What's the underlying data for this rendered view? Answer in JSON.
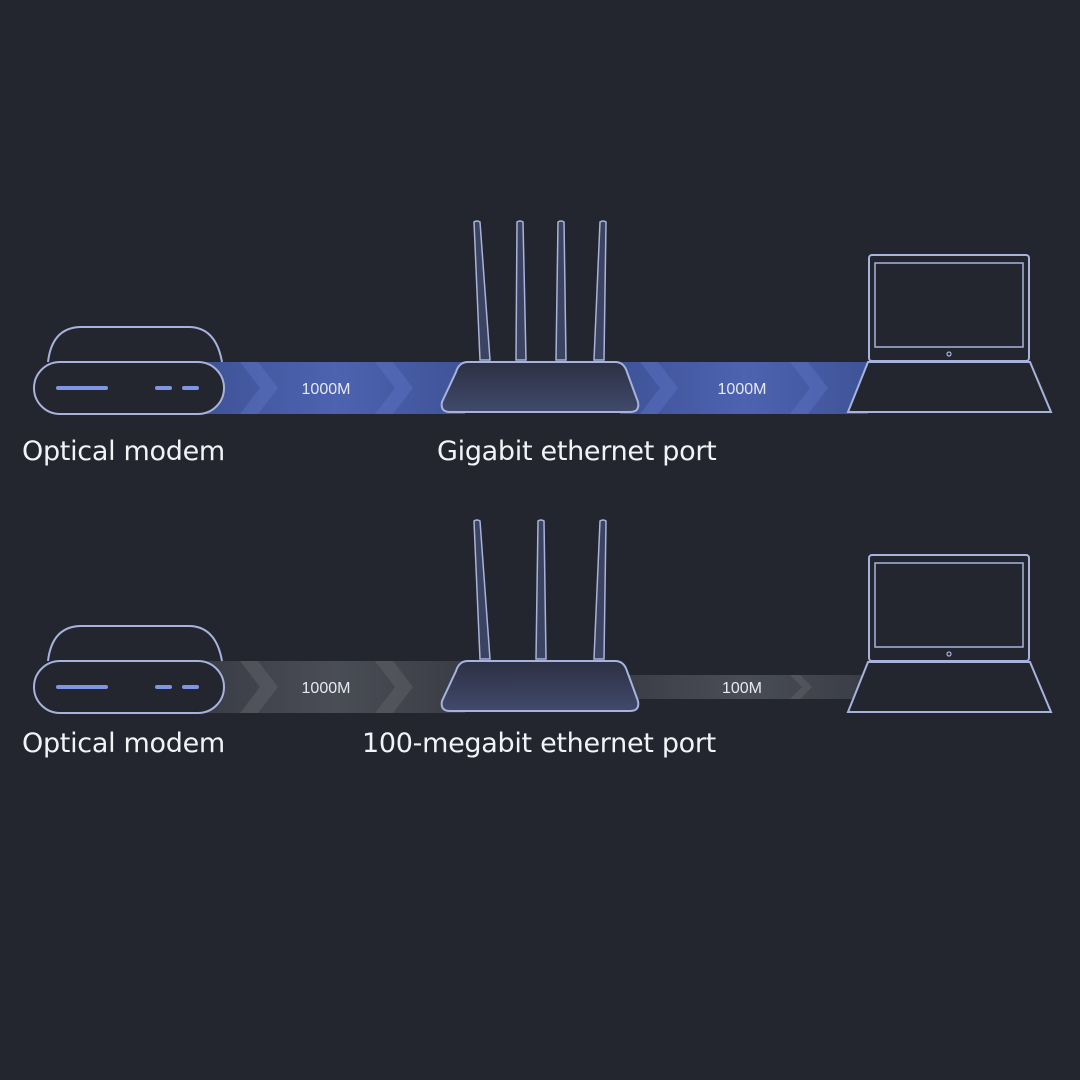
{
  "scenarios": [
    {
      "modem_label": "Optical modem",
      "router_label": "Gigabit ethernet port",
      "wan_speed": "1000M",
      "lan_speed": "1000M",
      "link_color": "#4a5fa8"
    },
    {
      "modem_label": "Optical modem",
      "router_label": "100-megabit ethernet port",
      "wan_speed": "1000M",
      "lan_speed": "100M",
      "link_color": "#4a4d55"
    }
  ],
  "colors": {
    "background": "#23262f",
    "outline": "#a7b3dc",
    "modem_led": "#7f96e6",
    "router_body": "#3b4361"
  },
  "icons": [
    "optical-modem-icon",
    "router-icon",
    "laptop-icon"
  ]
}
